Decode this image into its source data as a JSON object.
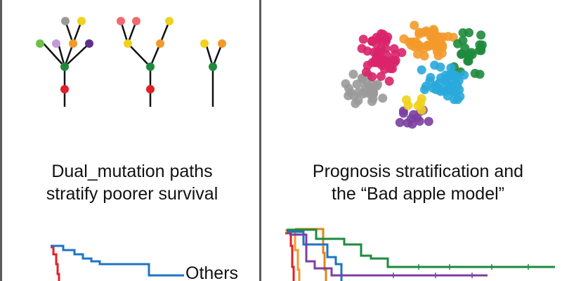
{
  "colors": {
    "divider": "#5b5b5b",
    "stem": "#111111",
    "red": "#e0202a",
    "green": "#1e8a3c",
    "blue": "#1f73c4",
    "gray": "#9a9a9a",
    "yellow": "#f0d21c",
    "orange": "#f39a2b",
    "pink": "#f06a72",
    "lightgreen": "#6fc04a",
    "lavender": "#c59ad8",
    "purple": "#5e2f8f",
    "magenta": "#d9246a",
    "cyan": "#2aa8dc",
    "violet": "#7b3fa0",
    "darkorange": "#e0841c"
  },
  "left_panel": {
    "caption_line1": "Dual_mutation paths",
    "caption_line2": "stratify poorer survival",
    "km_label": "Others"
  },
  "right_panel": {
    "caption_line1": "Prognosis stratification and",
    "caption_line2": "the “Bad apple model”"
  }
}
